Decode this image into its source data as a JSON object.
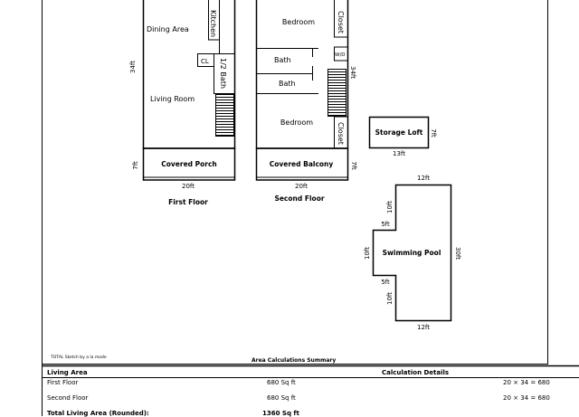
{
  "sketch_credit": "TOTAL Sketch by a la mode",
  "first_floor": {
    "title": "First Floor",
    "rooms": {
      "kitchen": "Kitchen",
      "dining": "Dining Area",
      "closet": "CL",
      "half_bath": "1/2 Bath",
      "living": "Living Room"
    },
    "porch": "Covered Porch",
    "dims": {
      "height": "34ft",
      "porch_depth": "7ft",
      "width": "20ft"
    }
  },
  "second_floor": {
    "title": "Second Floor",
    "rooms": {
      "bedroom_top": "Bedroom",
      "closet_top": "Closet",
      "wd": "W/D",
      "bath1": "Bath",
      "bath2": "Bath",
      "bedroom_bottom": "Bedroom",
      "closet_bottom": "Closet"
    },
    "balcony": "Covered Balcony",
    "dims": {
      "height": "34ft",
      "balcony_depth": "7ft",
      "width": "20ft"
    }
  },
  "storage_loft": {
    "label": "Storage Loft",
    "width": "13ft",
    "depth": "7ft"
  },
  "pool": {
    "label": "Swimming Pool",
    "dims": {
      "top": "12ft",
      "bottom": "12ft",
      "right": "30ft",
      "left_upper": "10ft",
      "step_upper": "5ft",
      "left_mid": "10ft",
      "step_lower": "5ft",
      "left_lower": "10ft"
    }
  },
  "summary": {
    "title": "Area Calculations Summary",
    "living_header": "Living Area",
    "calc_header": "Calculation Details",
    "rows": [
      {
        "name": "First Floor",
        "area": "680 Sq ft",
        "calc": "20 × 34 = 680"
      },
      {
        "name": "Second Floor",
        "area": "680 Sq ft",
        "calc": "20 × 34 = 680"
      }
    ],
    "total_label": "Total Living Area (Rounded):",
    "total_value": "1360 Sq ft"
  }
}
